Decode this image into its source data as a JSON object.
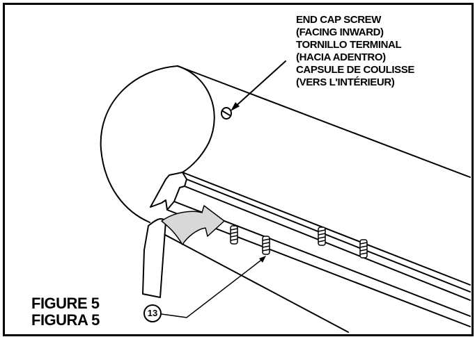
{
  "callout": {
    "lines": [
      "END CAP SCREW",
      "(FACING INWARD)",
      "TORNILLO TERMINAL",
      "(HACIA ADENTRO)",
      "CAPSULE DE COULISSE",
      "(VERS L'INTÉRIEUR)"
    ]
  },
  "figure": {
    "label_en": "FIGURE 5",
    "label_es": "FIGURA 5"
  },
  "part": {
    "number": "13"
  },
  "colors": {
    "line": "#000000",
    "arrow_fill": "#d8d8d8",
    "background": "#ffffff"
  }
}
